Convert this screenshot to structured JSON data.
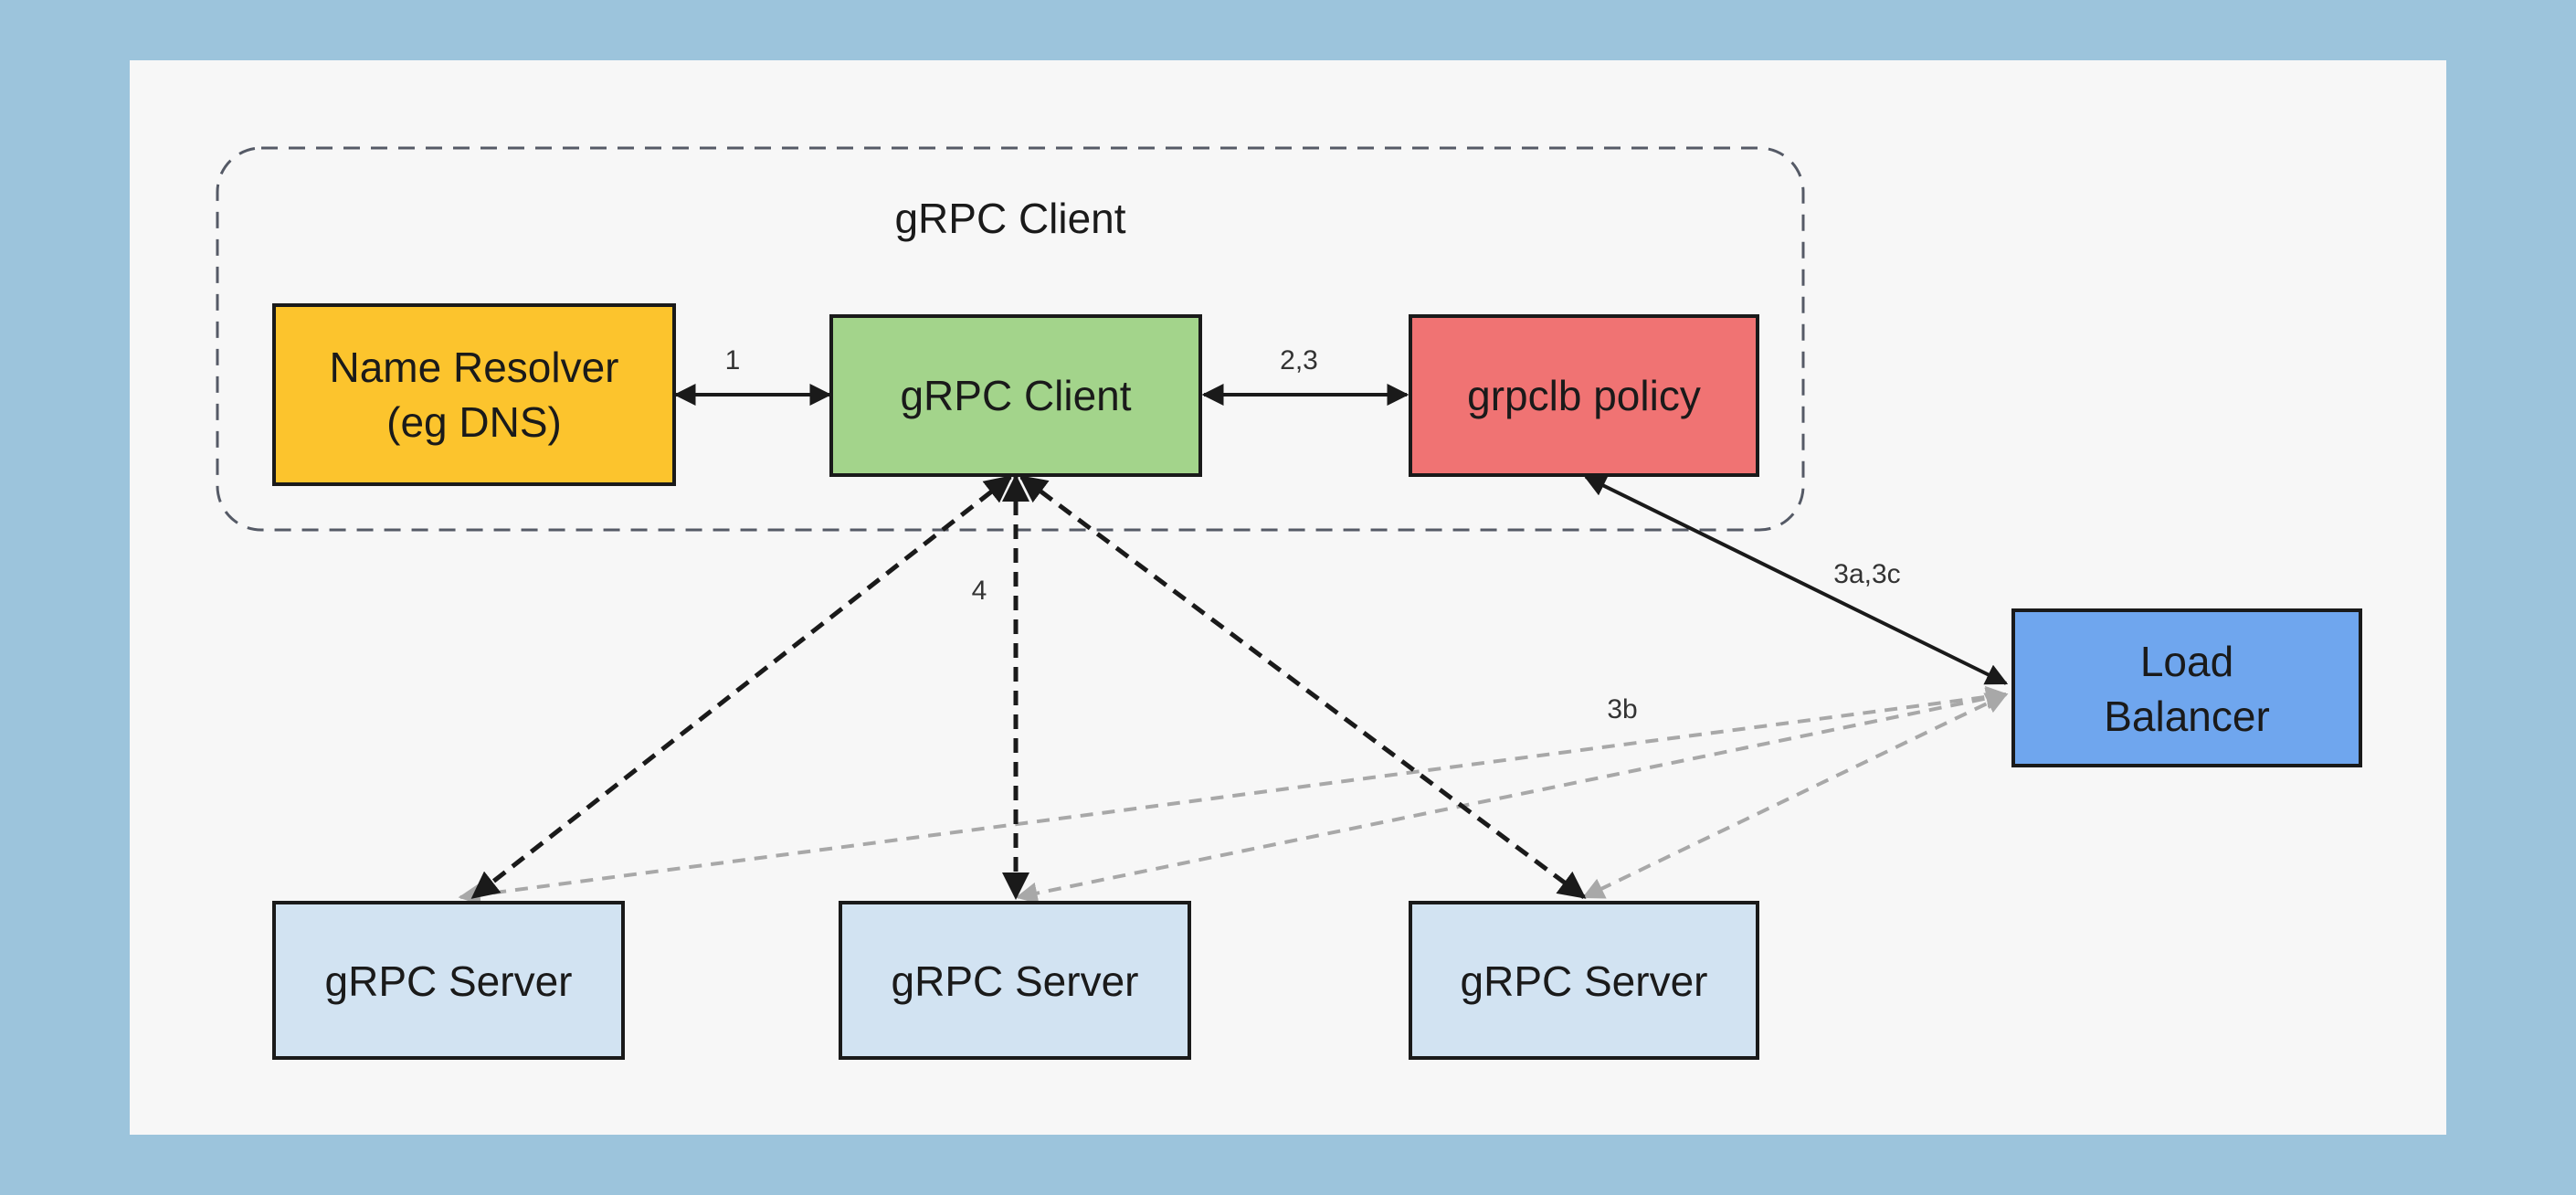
{
  "diagram": {
    "group": {
      "title": "gRPC Client"
    },
    "nodes": {
      "name_resolver": {
        "lines": [
          "Name Resolver",
          "(eg DNS)"
        ],
        "fill": "#fcc42d"
      },
      "grpc_client": {
        "lines": [
          "gRPC Client"
        ],
        "fill": "#a3d48b"
      },
      "grpclb_policy": {
        "lines": [
          "grpclb policy"
        ],
        "fill": "#f07373"
      },
      "load_balancer": {
        "lines": [
          "Load",
          "Balancer"
        ],
        "fill": "#6fa6ee"
      },
      "server_1": {
        "lines": [
          "gRPC Server"
        ],
        "fill": "#d2e3f2"
      },
      "server_2": {
        "lines": [
          "gRPC Server"
        ],
        "fill": "#d2e3f2"
      },
      "server_3": {
        "lines": [
          "gRPC Server"
        ],
        "fill": "#d2e3f2"
      }
    },
    "edge_labels": {
      "resolver_client": "1",
      "client_policy": "2,3",
      "client_servers": "4",
      "policy_lb": "3a,3c",
      "lb_servers": "3b"
    },
    "colors": {
      "background": "#9cc4dc",
      "panel": "#f7f7f7",
      "stroke": "#1a1a1a",
      "dashed_gray": "#a8a8a8"
    }
  }
}
